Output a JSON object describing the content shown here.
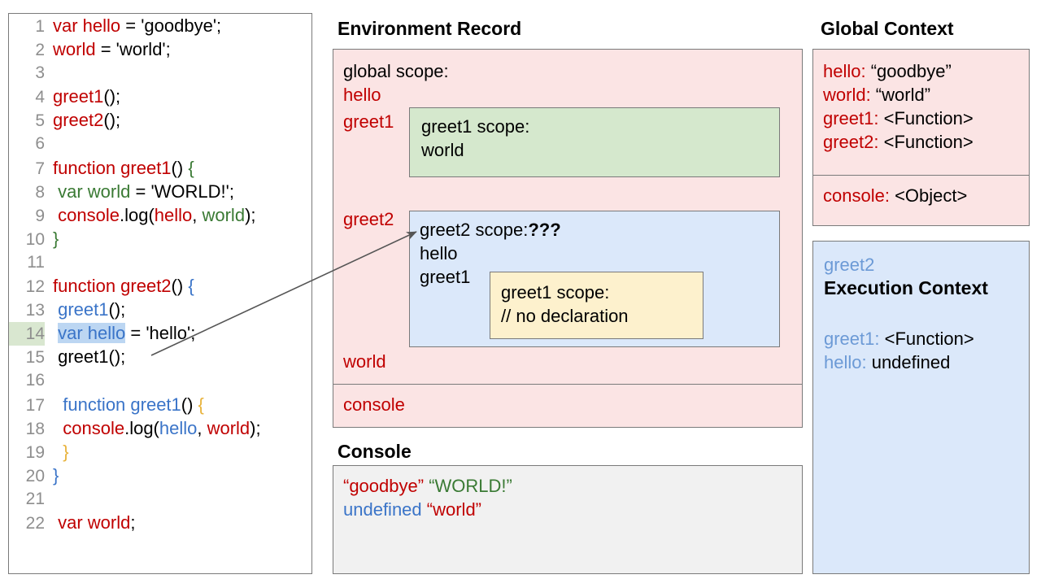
{
  "code_panel": {
    "lines": [
      {
        "n": "1",
        "segments": [
          {
            "t": "var hello",
            "c": "red"
          },
          {
            "t": " = 'goodbye';",
            "c": "plain"
          }
        ]
      },
      {
        "n": "2",
        "segments": [
          {
            "t": "world",
            "c": "red"
          },
          {
            "t": " = 'world';",
            "c": "plain"
          }
        ]
      },
      {
        "n": "3",
        "segments": []
      },
      {
        "n": "4",
        "segments": [
          {
            "t": "greet1",
            "c": "red"
          },
          {
            "t": "();",
            "c": "plain"
          }
        ]
      },
      {
        "n": "5",
        "segments": [
          {
            "t": "greet2",
            "c": "red"
          },
          {
            "t": "();",
            "c": "plain"
          }
        ]
      },
      {
        "n": "6",
        "segments": []
      },
      {
        "n": "7",
        "segments": [
          {
            "t": "function greet1",
            "c": "red"
          },
          {
            "t": "() ",
            "c": "plain"
          },
          {
            "t": "{",
            "c": "green"
          }
        ]
      },
      {
        "n": "8",
        "segments": [
          {
            "t": " ",
            "c": "plain"
          },
          {
            "t": "var world",
            "c": "green"
          },
          {
            "t": " = 'WORLD!';",
            "c": "plain"
          }
        ]
      },
      {
        "n": "9",
        "segments": [
          {
            "t": " ",
            "c": "plain"
          },
          {
            "t": "console",
            "c": "red"
          },
          {
            "t": ".log(",
            "c": "plain"
          },
          {
            "t": "hello",
            "c": "red"
          },
          {
            "t": ", ",
            "c": "plain"
          },
          {
            "t": "world",
            "c": "green"
          },
          {
            "t": ");",
            "c": "plain"
          }
        ]
      },
      {
        "n": "10",
        "segments": [
          {
            "t": "}",
            "c": "green"
          }
        ]
      },
      {
        "n": "11",
        "segments": []
      },
      {
        "n": "12",
        "segments": [
          {
            "t": "function greet2",
            "c": "red"
          },
          {
            "t": "() ",
            "c": "plain"
          },
          {
            "t": "{",
            "c": "blue"
          }
        ]
      },
      {
        "n": "13",
        "segments": [
          {
            "t": " ",
            "c": "plain"
          },
          {
            "t": "greet1",
            "c": "blue"
          },
          {
            "t": "();",
            "c": "plain"
          }
        ]
      },
      {
        "n": "14",
        "highlight_line": true,
        "segments": [
          {
            "t": " ",
            "c": "plain"
          },
          {
            "t": "var hello",
            "c": "blue",
            "sel": true
          },
          {
            "t": " = 'hello';",
            "c": "plain"
          }
        ]
      },
      {
        "n": "15",
        "segments": [
          {
            "t": " greet1();",
            "c": "plain"
          }
        ]
      },
      {
        "n": "16",
        "segments": []
      },
      {
        "n": "17",
        "segments": [
          {
            "t": "  ",
            "c": "plain"
          },
          {
            "t": "function greet1",
            "c": "blue"
          },
          {
            "t": "() ",
            "c": "plain"
          },
          {
            "t": "{",
            "c": "yellow"
          }
        ]
      },
      {
        "n": "18",
        "segments": [
          {
            "t": "  ",
            "c": "plain"
          },
          {
            "t": "console",
            "c": "red"
          },
          {
            "t": ".log(",
            "c": "plain"
          },
          {
            "t": "hello",
            "c": "blue"
          },
          {
            "t": ", ",
            "c": "plain"
          },
          {
            "t": "world",
            "c": "red"
          },
          {
            "t": ");",
            "c": "plain"
          }
        ]
      },
      {
        "n": "19",
        "segments": [
          {
            "t": "  ",
            "c": "plain"
          },
          {
            "t": "}",
            "c": "yellow"
          }
        ]
      },
      {
        "n": "20",
        "segments": [
          {
            "t": "}",
            "c": "blue"
          }
        ]
      },
      {
        "n": "21",
        "segments": []
      },
      {
        "n": "22",
        "segments": [
          {
            "t": " ",
            "c": "plain"
          },
          {
            "t": "var world",
            "c": "red"
          },
          {
            "t": ";",
            "c": "plain"
          }
        ]
      }
    ]
  },
  "environment_record": {
    "heading": "Environment Record",
    "global_scope_label": "global scope:",
    "outer_bindings_top": [
      "hello",
      "greet1"
    ],
    "outer_binding_bottom": "world",
    "console_binding": "console",
    "greet1_scope": {
      "title": "greet1 scope:",
      "bindings": [
        "world"
      ]
    },
    "greet2_scope": {
      "title": "greet2 scope:",
      "title_suffix": "???",
      "bindings": [
        "hello",
        "greet1"
      ],
      "inner": {
        "title": "greet1 scope:",
        "note": "// no declaration"
      }
    }
  },
  "console": {
    "heading": "Console",
    "lines": [
      [
        {
          "t": "“goodbye”",
          "c": "red"
        },
        {
          "t": " ",
          "c": "plain"
        },
        {
          "t": "“WORLD!”",
          "c": "green"
        }
      ],
      [
        {
          "t": "undefined",
          "c": "blue"
        },
        {
          "t": " ",
          "c": "plain"
        },
        {
          "t": "“world”",
          "c": "red"
        }
      ]
    ]
  },
  "global_context": {
    "heading": "Global Context",
    "entries": [
      {
        "key": "hello",
        "value": "“goodbye”"
      },
      {
        "key": "world",
        "value": "“world”"
      },
      {
        "key": "greet1",
        "value": "<Function>"
      },
      {
        "key": "greet2",
        "value": "<Function>"
      }
    ],
    "console_entry": {
      "key": "console",
      "value": "<Object>"
    }
  },
  "execution_context": {
    "scope_name": "greet2",
    "title": "Execution Context",
    "entries": [
      {
        "key": "greet1",
        "value": "<Function>"
      },
      {
        "key": "hello",
        "value": "undefined"
      }
    ]
  },
  "colors": {
    "red": "#c00000",
    "green": "#3a7a34",
    "blue": "#3a74c8",
    "pink_bg": "#fbe4e4",
    "green_bg": "#d5e8cd",
    "blue_bg": "#dbe8fa",
    "yellow_bg": "#fdf1cd",
    "console_bg": "#f1f1f1",
    "border": "#7a7a7a",
    "line_highlight": "#d9e7d0",
    "selection": "#bcd6f2"
  }
}
